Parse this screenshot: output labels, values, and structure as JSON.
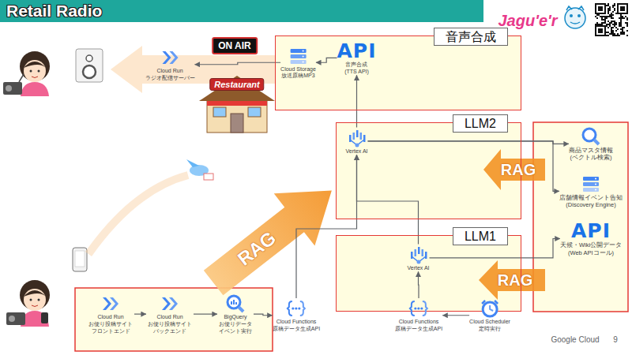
{
  "diagram": {
    "title": "Retail Radio",
    "nodes": [
      {
        "text": [
          "音声合成"
        ]
      },
      {
        "text": [
          "Cloud Storage",
          "放送原稿MP3"
        ],
        "in": 0
      },
      {
        "text": [
          "API",
          "音声合成",
          "(TTS API)"
        ],
        "in": 0
      },
      {
        "text": [
          "Cloud Run",
          "ラジオ配信サーバー"
        ]
      },
      {
        "text": [
          "LLM2"
        ]
      },
      {
        "text": [
          "Vertex AI"
        ],
        "in": 4
      },
      {
        "text": [
          "商品マスタ情報",
          "(ベクトル検索)"
        ]
      },
      {
        "text": [
          "店舗情報イベント告知",
          "(Discovery Engine)"
        ]
      },
      {
        "text": [
          "API",
          "天候・Wiki公開データ",
          "(Web APIコール)"
        ]
      },
      {
        "text": [
          "LLM1"
        ]
      },
      {
        "text": [
          "Vertex AI"
        ],
        "in": 9
      },
      {
        "text": [
          "Cloud Run",
          "お便り投稿サイト フロントエンド"
        ]
      },
      {
        "text": [
          "Cloud Run",
          "お便り投稿サイト バックエンド"
        ]
      },
      {
        "text": [
          "BigQuery",
          "お便りデータ イベント実行"
        ]
      },
      {
        "text": [
          "Cloud Functions",
          "原稿データ生成API"
        ]
      },
      {
        "text": [
          "Cloud Functions",
          "原稿データ生成API"
        ]
      },
      {
        "text": [
          "Cloud Scheduler",
          "定時実行"
        ]
      }
    ],
    "edges": [
      {
        "from": 11,
        "to": 12,
        "arrow": "to"
      },
      {
        "from": 12,
        "to": 13,
        "arrow": "to"
      },
      {
        "from": 13,
        "to": 14,
        "arrow": "to"
      },
      {
        "from": 14,
        "to": 5,
        "arrow": "to"
      },
      {
        "from": 16,
        "to": 15,
        "arrow": "to"
      },
      {
        "from": 15,
        "to": 10,
        "arrow": "to"
      },
      {
        "from": 10,
        "to": 5,
        "arrow": "to"
      },
      {
        "from": 5,
        "to": 2,
        "arrow": "to"
      },
      {
        "from": 2,
        "to": 1,
        "arrow": "to"
      },
      {
        "from": 1,
        "to": 3,
        "arrow": "to"
      },
      {
        "from": 5,
        "to": 6,
        "arrow": "to"
      },
      {
        "from": 5,
        "to": 7,
        "arrow": "to"
      },
      {
        "from": 10,
        "to": 8,
        "arrow": "to"
      }
    ],
    "labels": [
      "Jagu'e'r",
      "ON AIR",
      "Restaurant",
      "RAG",
      "RAG",
      "RAG",
      "Google Cloud",
      "9"
    ]
  }
}
